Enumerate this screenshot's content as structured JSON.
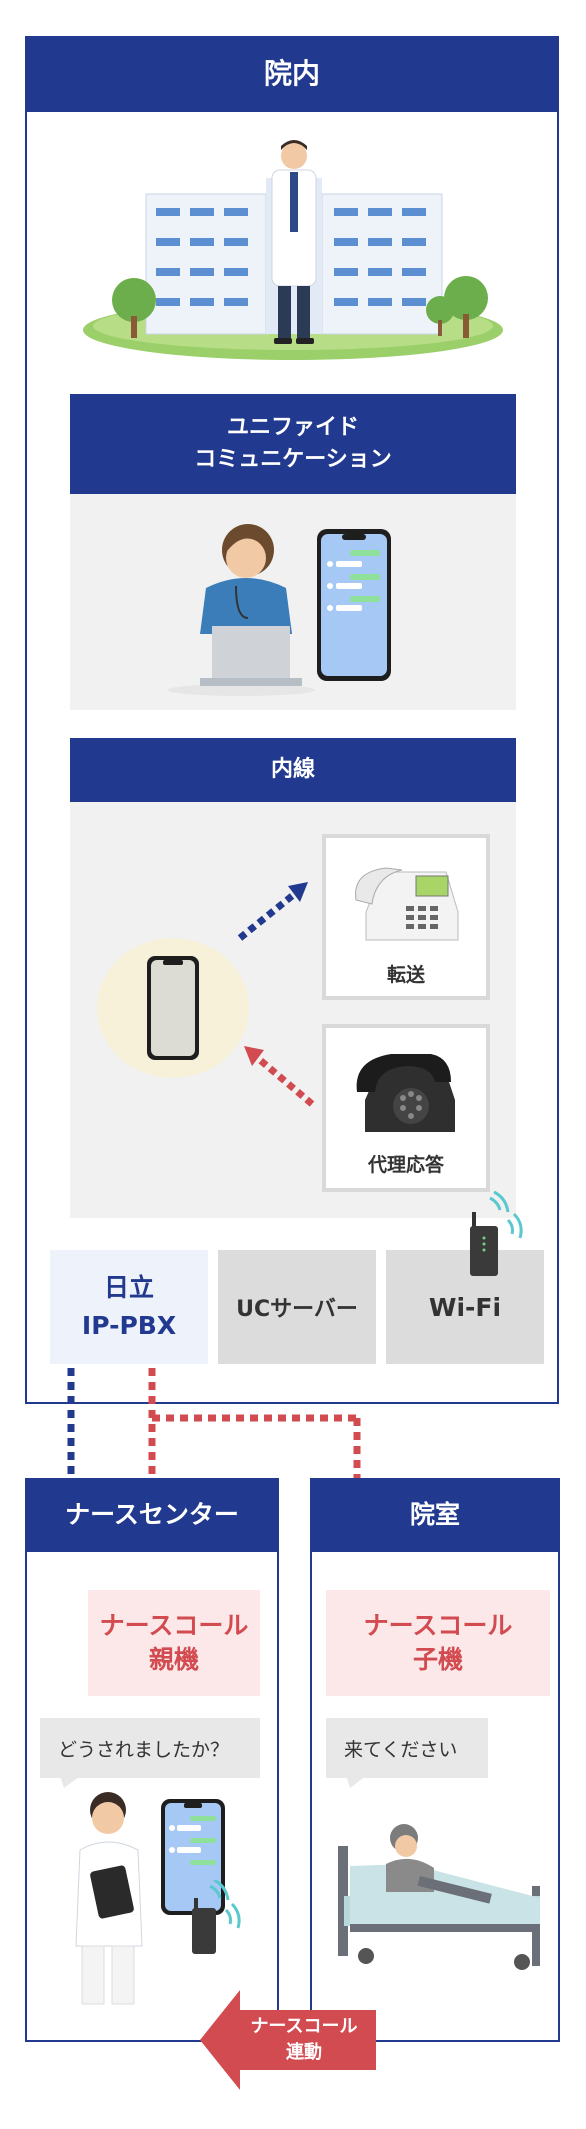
{
  "hospital": {
    "title": "院内"
  },
  "unified": {
    "title_line1": "ユニファイド",
    "title_line2": "コミュニケーション"
  },
  "extension": {
    "title": "内線",
    "transfer_label": "転送",
    "proxy_label": "代理応答"
  },
  "systems": {
    "pbx_line1": "日立",
    "pbx_line2": "IP-PBX",
    "uc_server": "UCサーバー",
    "wifi": "Wi-Fi"
  },
  "nurse_center": {
    "title": "ナースセンター",
    "call_parent_line1": "ナースコール",
    "call_parent_line2": "親機",
    "speech": "どうされましたか？"
  },
  "patient_room": {
    "title": "院室",
    "call_child_line1": "ナースコール",
    "call_child_line2": "子機",
    "speech": "来てください"
  },
  "link": {
    "line1": "ナースコール",
    "line2": "連動"
  },
  "colors": {
    "navy": "#213a8f",
    "red": "#d14b50",
    "pink": "#fce8e8",
    "pbx_bg": "#eef2fb",
    "grey_box": "#dcdcdc"
  }
}
